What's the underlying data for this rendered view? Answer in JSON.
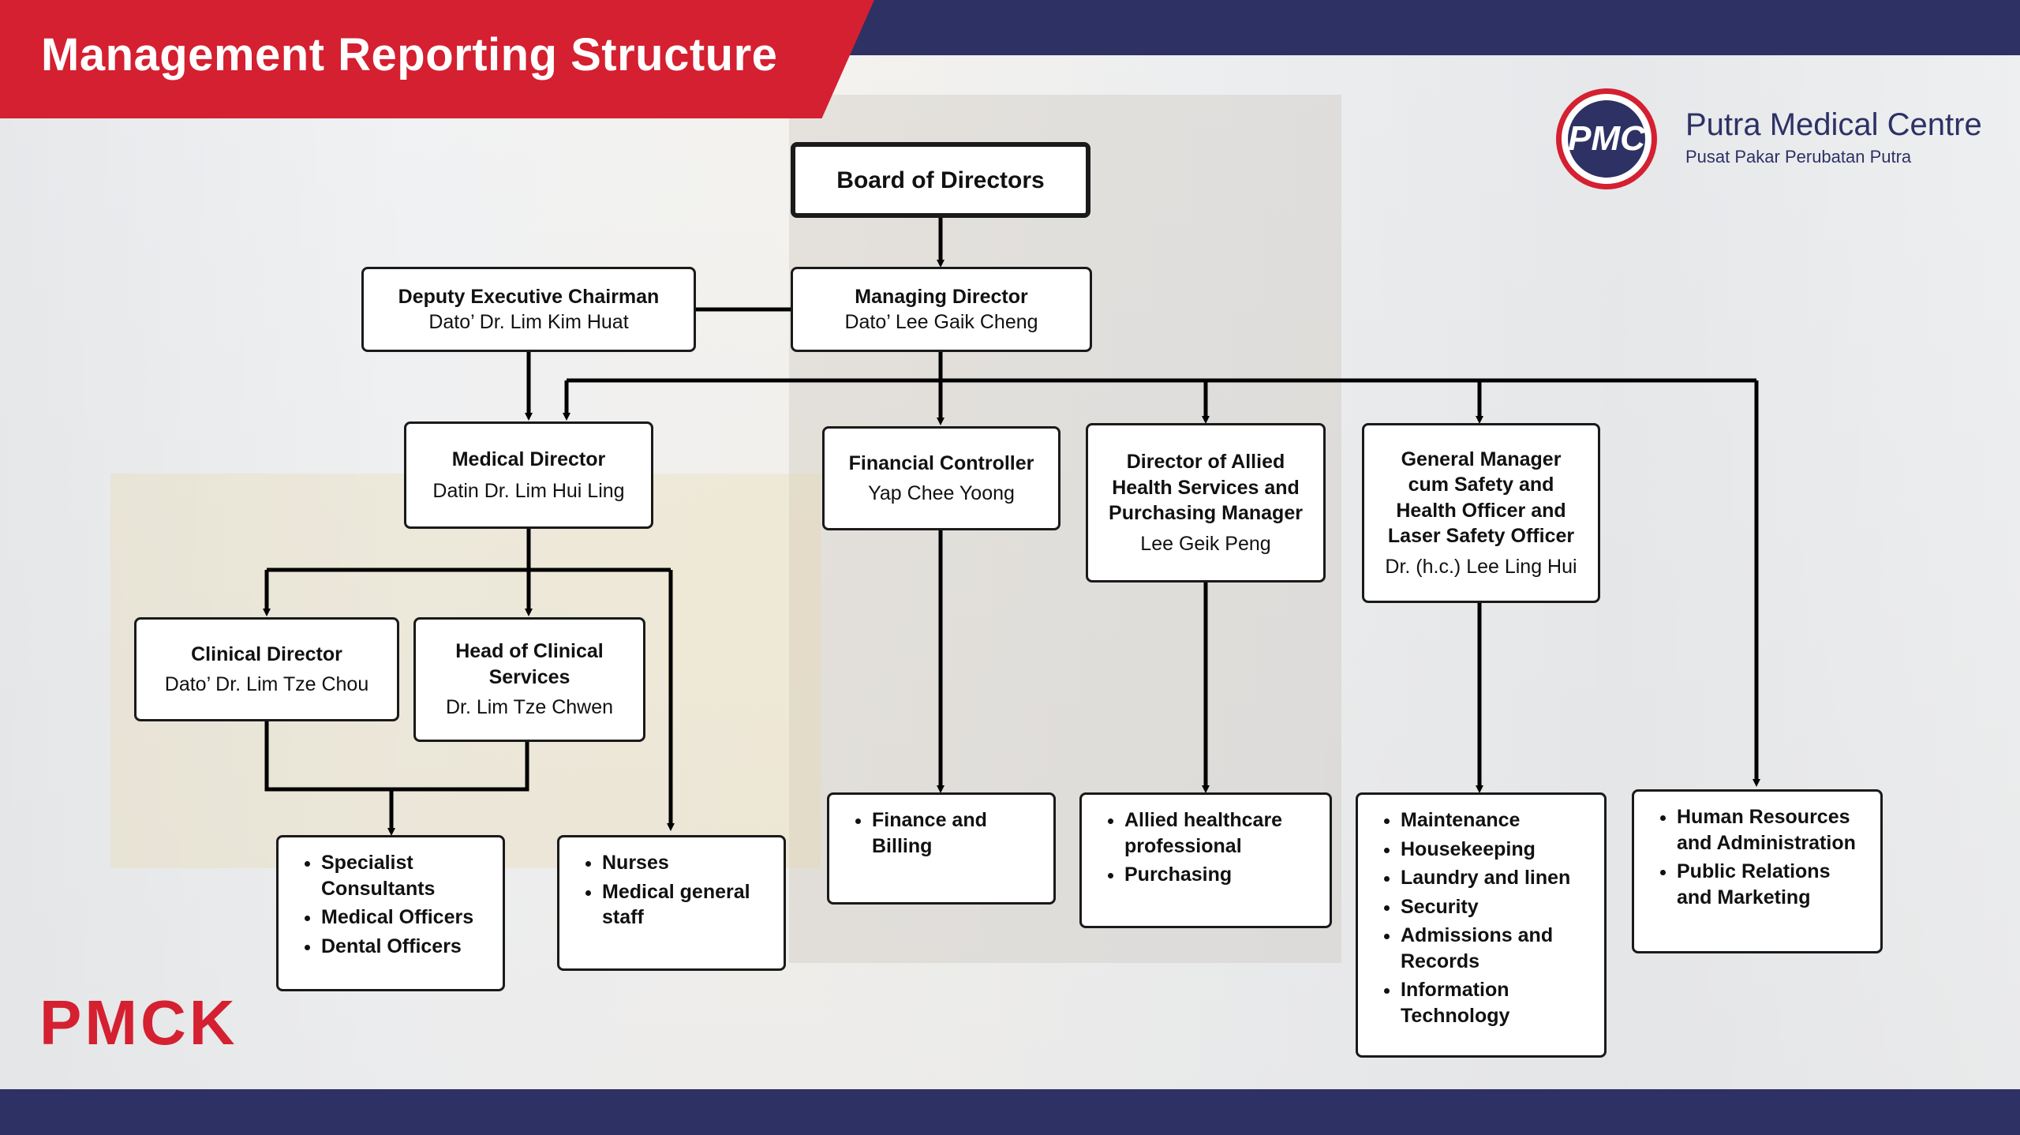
{
  "header": {
    "title": "Management Reporting Structure"
  },
  "logo": {
    "mark": "PMC",
    "name": "Putra Medical Centre",
    "subtitle": "Pusat Pakar Perubatan Putra"
  },
  "footer_logo": {
    "text": "PMCK"
  },
  "colors": {
    "brand_red": "#d42030",
    "brand_navy": "#2e3164",
    "box_border": "#1a1a1a"
  },
  "org": {
    "board": {
      "title": "Board of Directors"
    },
    "deputy": {
      "title": "Deputy Executive Chairman",
      "name": "Dato’ Dr. Lim Kim Huat"
    },
    "md": {
      "title": "Managing Director",
      "name": "Dato’ Lee Gaik Cheng"
    },
    "medical": {
      "title": "Medical Director",
      "name": "Datin Dr. Lim Hui Ling"
    },
    "finance": {
      "title": "Financial Controller",
      "name": "Yap Chee Yoong"
    },
    "allied": {
      "title": "Director of Allied Health Services and Purchasing Manager",
      "name": "Lee Geik Peng"
    },
    "gm": {
      "title": "General Manager cum Safety and Health Officer and Laser Safety Officer",
      "name": "Dr. (h.c.) Lee Ling Hui"
    },
    "clinical": {
      "title": "Clinical Director",
      "name": "Dato’ Dr. Lim Tze Chou"
    },
    "headclin": {
      "title": "Head of Clinical Services",
      "name": "Dr. Lim Tze Chwen"
    },
    "lists": {
      "specialists": [
        "Specialist Consultants",
        "Medical Officers",
        "Dental Officers"
      ],
      "nurses": [
        "Nurses",
        "Medical general staff"
      ],
      "finance": [
        "Finance and Billing"
      ],
      "allied": [
        "Allied healthcare professional",
        "Purchasing"
      ],
      "gm": [
        "Maintenance",
        "Housekeeping",
        "Laundry and linen",
        "Security",
        "Admissions and Records",
        "Information Technology"
      ],
      "hr": [
        "Human Resources and Administration",
        "Public Relations and Marketing"
      ]
    }
  }
}
